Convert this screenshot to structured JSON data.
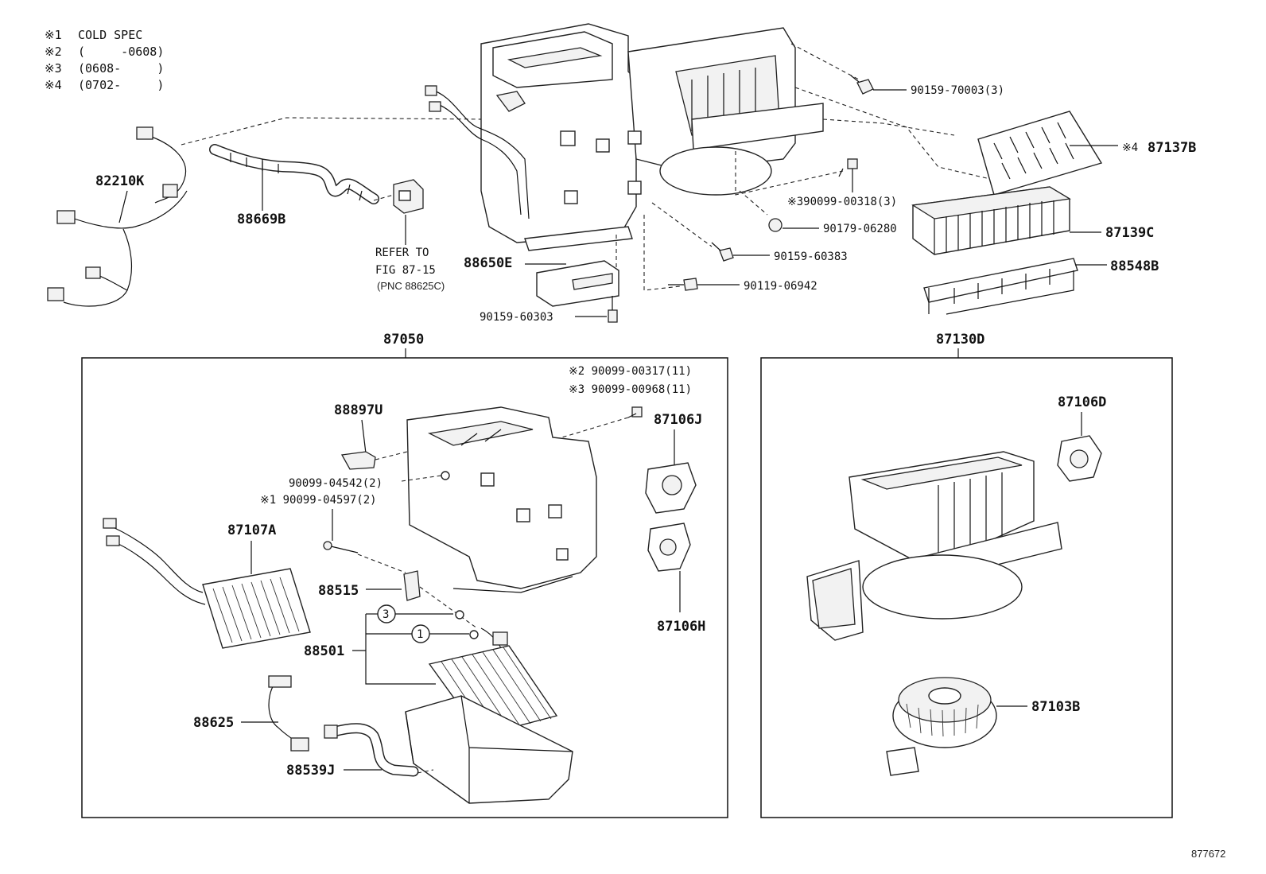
{
  "notes": [
    {
      "mark": "※1",
      "text": "COLD SPEC"
    },
    {
      "mark": "※2",
      "text": "(     -0608)"
    },
    {
      "mark": "※3",
      "text": "(0608-     )"
    },
    {
      "mark": "※4",
      "text": "(0702-     )"
    }
  ],
  "top_labels": {
    "wire_harness": "82210K",
    "hose": "88669B",
    "refer_line1": "REFER TO",
    "refer_line2": "FIG 87-15",
    "refer_line3": "(PNC 88625C)",
    "amplifier": "88650E",
    "screw_60303": "90159-60303",
    "bolt_70003": "90159-70003(3)",
    "screen_mark": "※4",
    "screen": "87137B",
    "bolt_00318": "※390099-00318(3)",
    "nut_06280": "90179-06280",
    "bolt_60383": "90159-60383",
    "bolt_06942": "90119-06942",
    "filter": "87139C",
    "filter_cover": "88548B"
  },
  "left_box": {
    "title": "87050",
    "bolt_00317": "※2 90099-00317(11)",
    "bolt_00968": "※3 90099-00968(11)",
    "sensor_88897U": "88897U",
    "screw_04542": "90099-04542(2)",
    "screw_04597": "※1 90099-04597(2)",
    "servo_J": "87106J",
    "heater_core": "87107A",
    "valve": "88515",
    "circle_3": "3",
    "circle_1": "1",
    "evaporator": "88501",
    "servo_H": "87106H",
    "thermistor": "88625",
    "drain_hose": "88539J"
  },
  "right_box": {
    "title": "87130D",
    "servo_D": "87106D",
    "blower_motor": "87103B"
  },
  "figure_code": "877672"
}
